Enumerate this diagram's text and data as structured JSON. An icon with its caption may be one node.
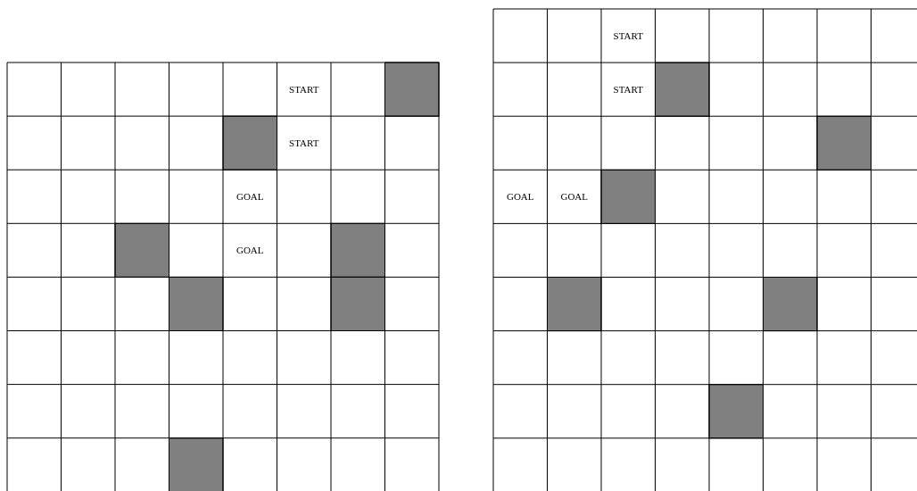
{
  "diagram": {
    "labels": [
      "START",
      "START",
      "GOAL",
      "GOAL",
      "START",
      "START",
      "GOAL",
      "GOAL"
    ]
  }
}
